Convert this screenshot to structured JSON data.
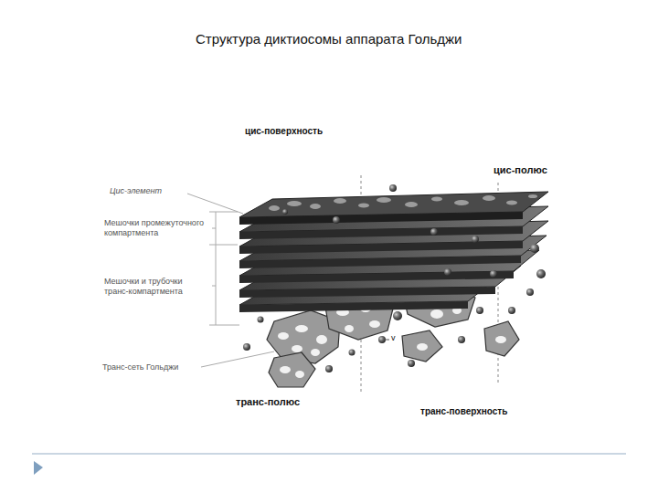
{
  "diagram": {
    "title": "Структура диктиосомы аппарата Гольджи",
    "labels": [
      "цис-поверхность",
      "цис-полюс",
      "Цис-элемент",
      "Мешочки промежуточного компартмента",
      "Мешочки и трубочки транс-компартмента",
      "Транс-сеть Гольджи",
      "v",
      "транс-полюс",
      "транс-поверхность"
    ]
  }
}
